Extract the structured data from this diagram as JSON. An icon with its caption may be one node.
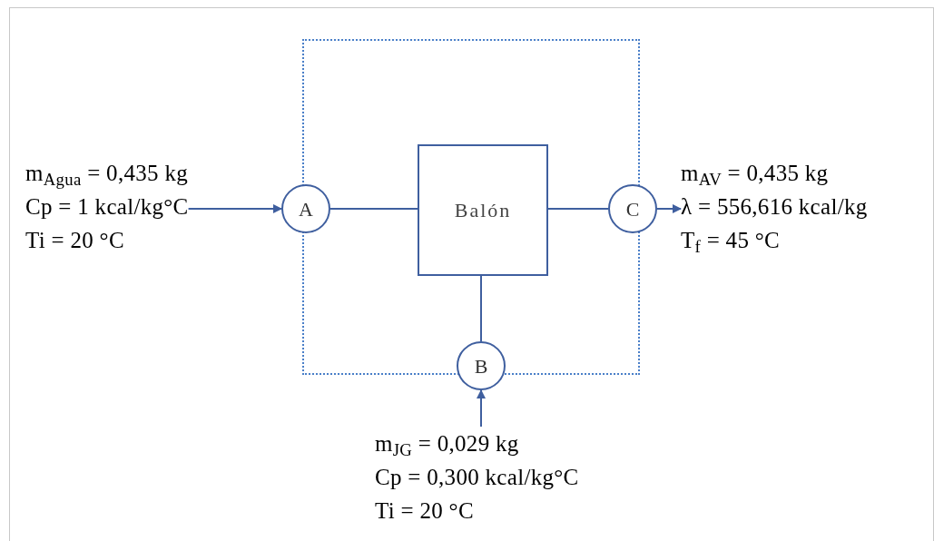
{
  "diagram": {
    "nodes": [
      {
        "text": [],
        "shape": "box"
      },
      {
        "text": [
          "A"
        ]
      },
      {
        "text": [
          "Balón"
        ],
        "in": 0
      },
      {
        "text": [
          "C"
        ]
      },
      {
        "text": [
          "B"
        ]
      },
      {
        "text": [
          "m$_{Agua}$ = 0,435 kg",
          "Cp = 1 kcal/kg°C",
          "Ti = 20 °C"
        ]
      },
      {
        "text": [
          "m$_{AV}$ = 0,435 kg",
          "λ = 556,616 kcal/kg",
          "T$_{f}$ = 45 °C"
        ]
      },
      {
        "text": [
          "m$_{JG}$ = 0,029 kg",
          "Cp = 0,300 kcal/kg°C",
          "Ti = 20 °C"
        ]
      }
    ],
    "edges": [
      {
        "from": 5,
        "to": 1,
        "arrow": "to"
      },
      {
        "from": 1,
        "to": 2,
        "arrow": "none"
      },
      {
        "from": 2,
        "to": 3,
        "arrow": "none"
      },
      {
        "from": 3,
        "to": 6,
        "arrow": "to"
      },
      {
        "from": 2,
        "to": 4,
        "arrow": "none"
      },
      {
        "from": 7,
        "to": 4,
        "arrow": "to"
      }
    ]
  }
}
